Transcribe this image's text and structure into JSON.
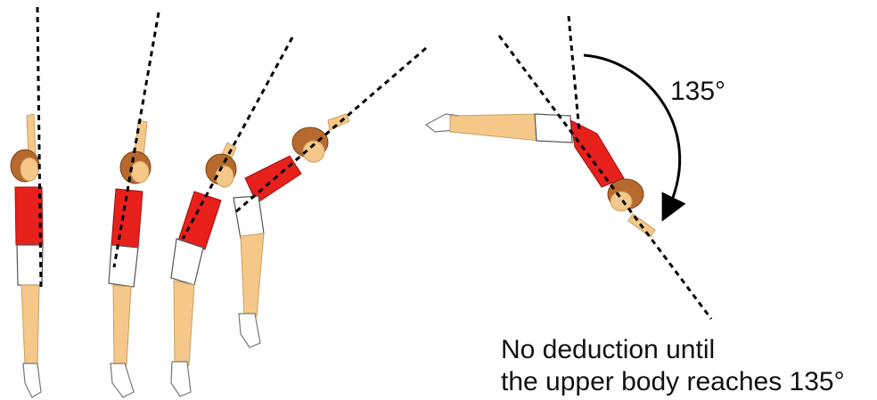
{
  "diagram": {
    "angle_label": "135°",
    "caption_line1": "No deduction until",
    "caption_line2": "the upper body reaches 135°"
  }
}
